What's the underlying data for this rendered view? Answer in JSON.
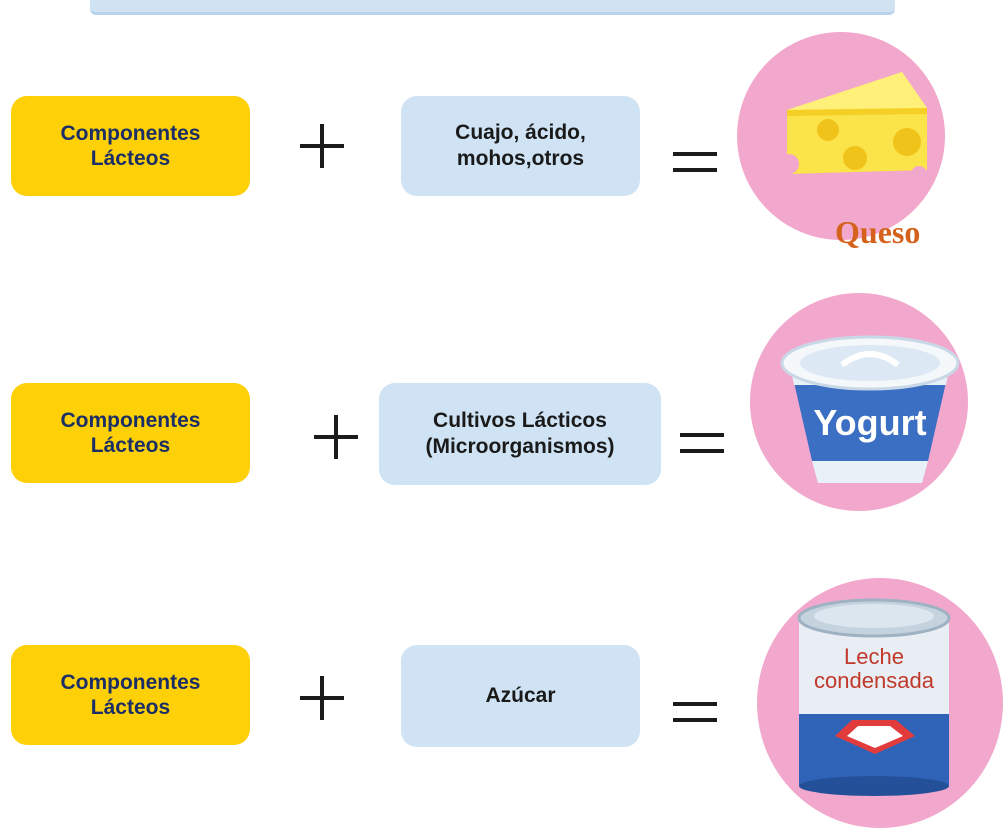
{
  "rows": [
    {
      "dairy_label": "Componentes\nLácteos",
      "ingredient_label": "Cuajo, ácido,\nmohos,otros",
      "product_label": "Queso"
    },
    {
      "dairy_label": "Componentes\nLácteos",
      "ingredient_label": "Cultivos Lácticos\n(Microorganismos)",
      "product_label": "Yogurt"
    },
    {
      "dairy_label": "Componentes\nLácteos",
      "ingredient_label": "Azúcar",
      "product_label_line1": "Leche",
      "product_label_line2": "condensada"
    }
  ],
  "colors": {
    "dairy_box": "#fdd007",
    "dairy_text": "#1b2f66",
    "ingredient_box": "#cfe3f4",
    "product_circle": "#f2a8cc",
    "queso_text": "#d4621d"
  },
  "icons": [
    "cheese-icon",
    "yogurt-cup-icon",
    "condensed-milk-can-icon"
  ]
}
